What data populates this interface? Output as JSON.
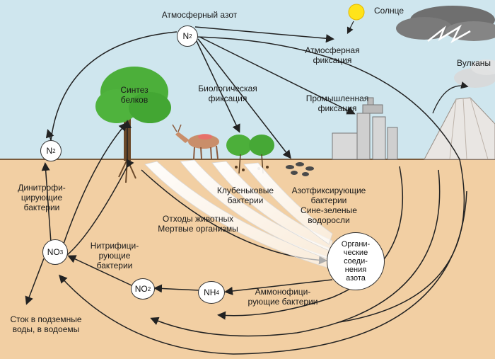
{
  "labels": {
    "atm_nitrogen": "Атмосферный азот",
    "sun": "Солнце",
    "volcanoes": "Вулканы",
    "atm_fixation": "Атмосферная\nфиксация",
    "bio_fixation": "Биологическая\nфиксация",
    "ind_fixation": "Промышленная\nфиксация",
    "protein_synthesis": "Синтез\nбелков",
    "denitrifying": "Динитрофи-\nцирующие\nбактерии",
    "nodule": "Клубеньковые\nбактерии",
    "azotfix": "Азотфиксирующие\nбактерии\nСине-зеленые\nводоросли",
    "waste": "Отходы животных\nМертвые организмы",
    "nitrifying": "Нитрифици-\nрующие\nбактерии",
    "ammonifying": "Аммонофици-\nрующие бактерии",
    "organic": "Органи-\nческие\nсоеди-\nнения\nазота",
    "runoff": "Сток в подземные\nводы, в водоемы"
  },
  "nodes": {
    "n2_top": {
      "base": "N",
      "sub": "2"
    },
    "n2_left": {
      "base": "N",
      "sub": "2"
    },
    "no3": {
      "base": "NO",
      "sub": "3"
    },
    "no2": {
      "base": "NO",
      "sub": "2"
    },
    "nh4": {
      "base": "NH",
      "sub": "4"
    }
  },
  "colors": {
    "sky": "#cfe6ee",
    "soil": "#f2cfa3",
    "ground_line": "#7a5a3a",
    "tree": "#4caf3a",
    "sun": "#ffe31a",
    "arrow": "#222222"
  }
}
